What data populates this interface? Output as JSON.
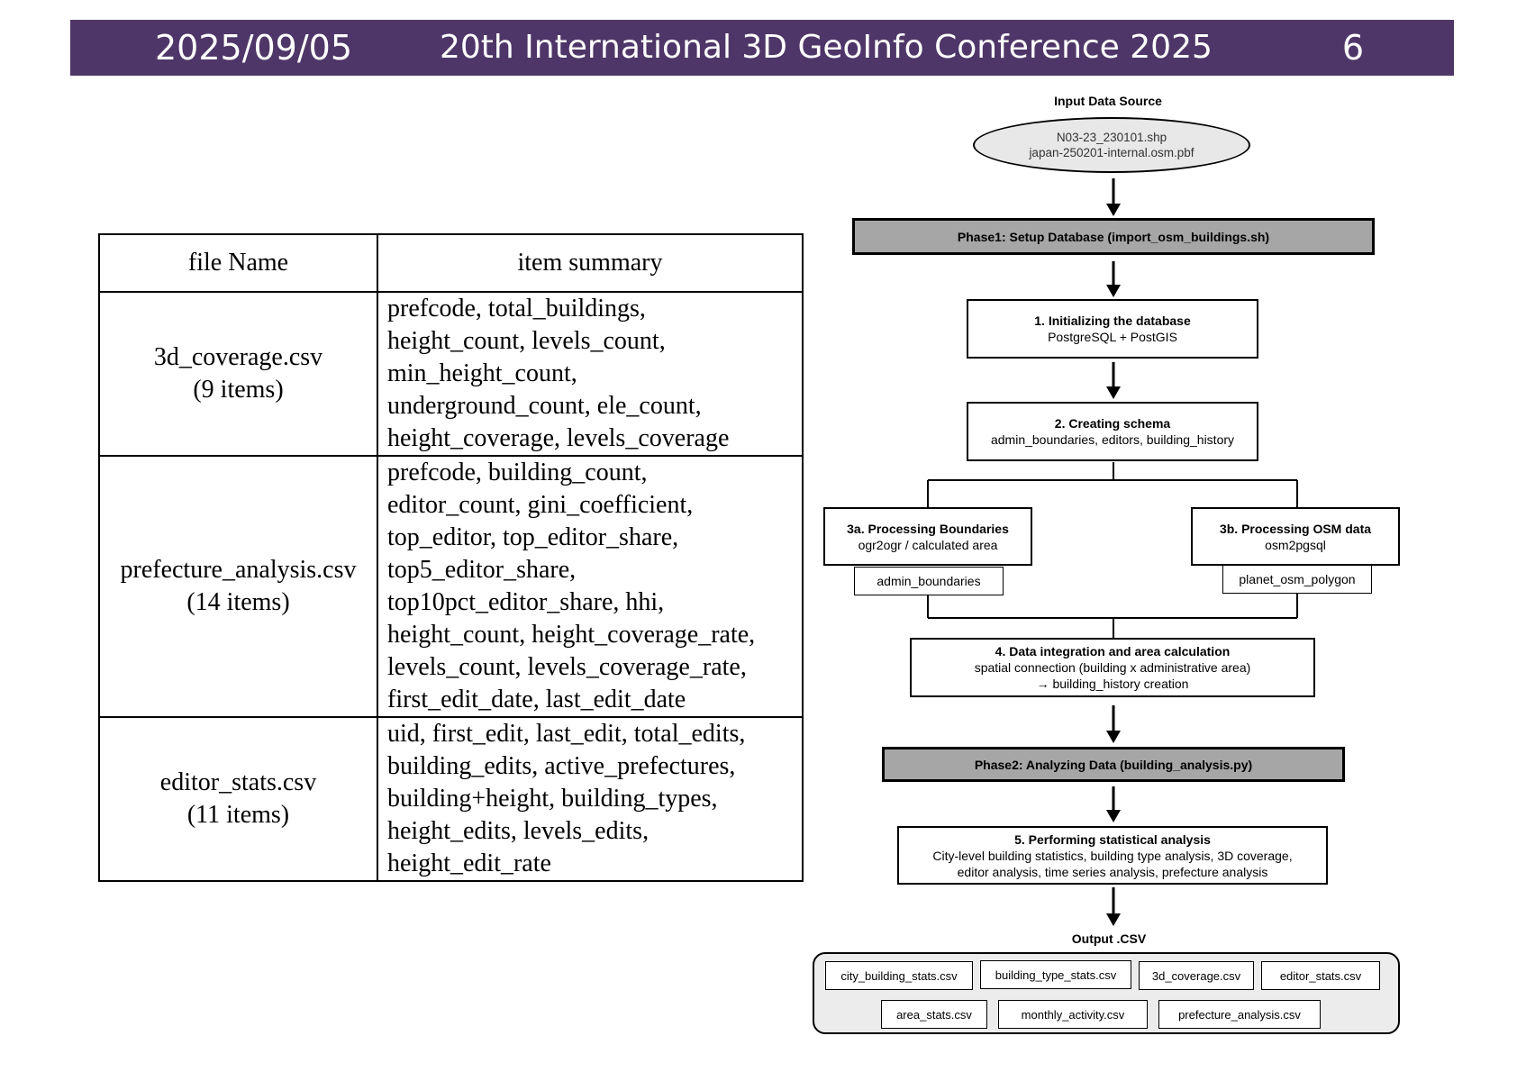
{
  "header": {
    "date": "2025/09/05",
    "title": "20th International 3D GeoInfo Conference 2025",
    "page": "6"
  },
  "table": {
    "columns": [
      "file Name",
      "item summary"
    ],
    "rows": [
      {
        "file": [
          "3d_coverage.csv",
          "(9 items)"
        ],
        "items": [
          "prefcode, total_buildings,",
          "height_count, levels_count,",
          "min_height_count,",
          "underground_count, ele_count,",
          "height_coverage, levels_coverage"
        ]
      },
      {
        "file": [
          "prefecture_analysis.csv",
          "(14 items)"
        ],
        "items": [
          "prefcode, building_count,",
          "editor_count, gini_coefficient,",
          "top_editor, top_editor_share,",
          "top5_editor_share,",
          "top10pct_editor_share, hhi,",
          "height_count, height_coverage_rate,",
          "levels_count, levels_coverage_rate,",
          "first_edit_date, last_edit_date"
        ]
      },
      {
        "file": [
          "editor_stats.csv",
          "(11 items)"
        ],
        "items": [
          "uid, first_edit, last_edit, total_edits,",
          "building_edits, active_prefectures,",
          "building+height, building_types,",
          "height_edits, levels_edits,",
          "height_edit_rate"
        ]
      }
    ]
  },
  "flow": {
    "input_label": "Input Data Source",
    "input_files": [
      "N03-23_230101.shp",
      "japan-250201-internal.osm.pbf"
    ],
    "phase1": "Phase1: Setup Database (import_osm_buildings.sh)",
    "step1": {
      "title": "1. Initializing the database",
      "desc": "PostgreSQL + PostGIS"
    },
    "step2": {
      "title": "2. Creating schema",
      "desc": "admin_boundaries, editors, building_history"
    },
    "step3a": {
      "title": "3a. Processing Boundaries",
      "desc": "ogr2ogr / calculated area",
      "table": "admin_boundaries"
    },
    "step3b": {
      "title": "3b. Processing OSM data",
      "desc": "osm2pgsql",
      "table": "planet_osm_polygon"
    },
    "step4": {
      "title": "4. Data integration and area calculation",
      "desc1": "spatial connection (building x administrative area)",
      "desc2": "→ building_history creation"
    },
    "phase2": "Phase2: Analyzing Data (building_analysis.py)",
    "step5": {
      "title": "5. Performing statistical analysis",
      "desc1": "City-level building statistics, building type analysis, 3D coverage,",
      "desc2": "editor analysis, time series analysis, prefecture analysis"
    },
    "output_label": "Output .CSV",
    "outputs_row1": [
      "city_building_stats.csv",
      "building_type_stats.csv",
      "3d_coverage.csv",
      "editor_stats.csv"
    ],
    "outputs_row2": [
      "area_stats.csv",
      "monthly_activity.csv",
      "prefecture_analysis.csv"
    ]
  }
}
